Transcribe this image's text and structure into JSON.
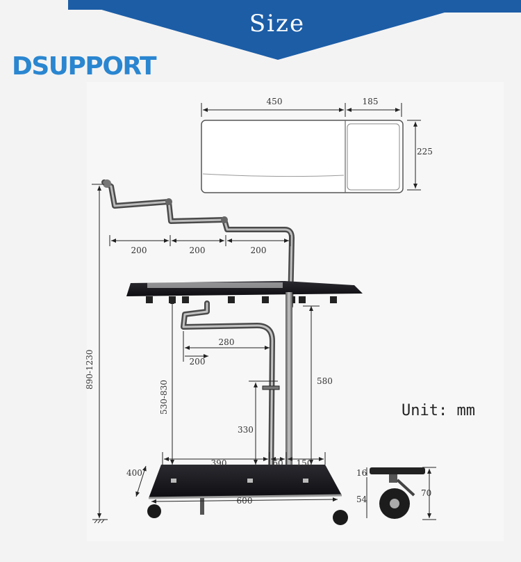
{
  "header": {
    "title": "Size",
    "brand": "DSUPPORT"
  },
  "unit_note": "Unit: mm",
  "dimensions": {
    "tray_width": "450",
    "tray_side": "185",
    "tray_depth": "225",
    "arm_seg_1": "200",
    "arm_seg_2": "200",
    "arm_seg_3": "200",
    "total_height": "890-1230",
    "lower_arm": "280",
    "lower_arm_inner": "200",
    "table_height": "530-830",
    "column_height": "580",
    "handle_height": "330",
    "base_left": "390",
    "base_mid": "60",
    "base_right": "150",
    "base_depth": "400",
    "base_width": "600",
    "caster_top": "16",
    "caster_height": "70",
    "caster_offset": "54"
  },
  "colors": {
    "banner": "#1c5da6",
    "logo": "#2a86d0",
    "metal": "#8a8a8a",
    "glass": "#1f1f23"
  }
}
